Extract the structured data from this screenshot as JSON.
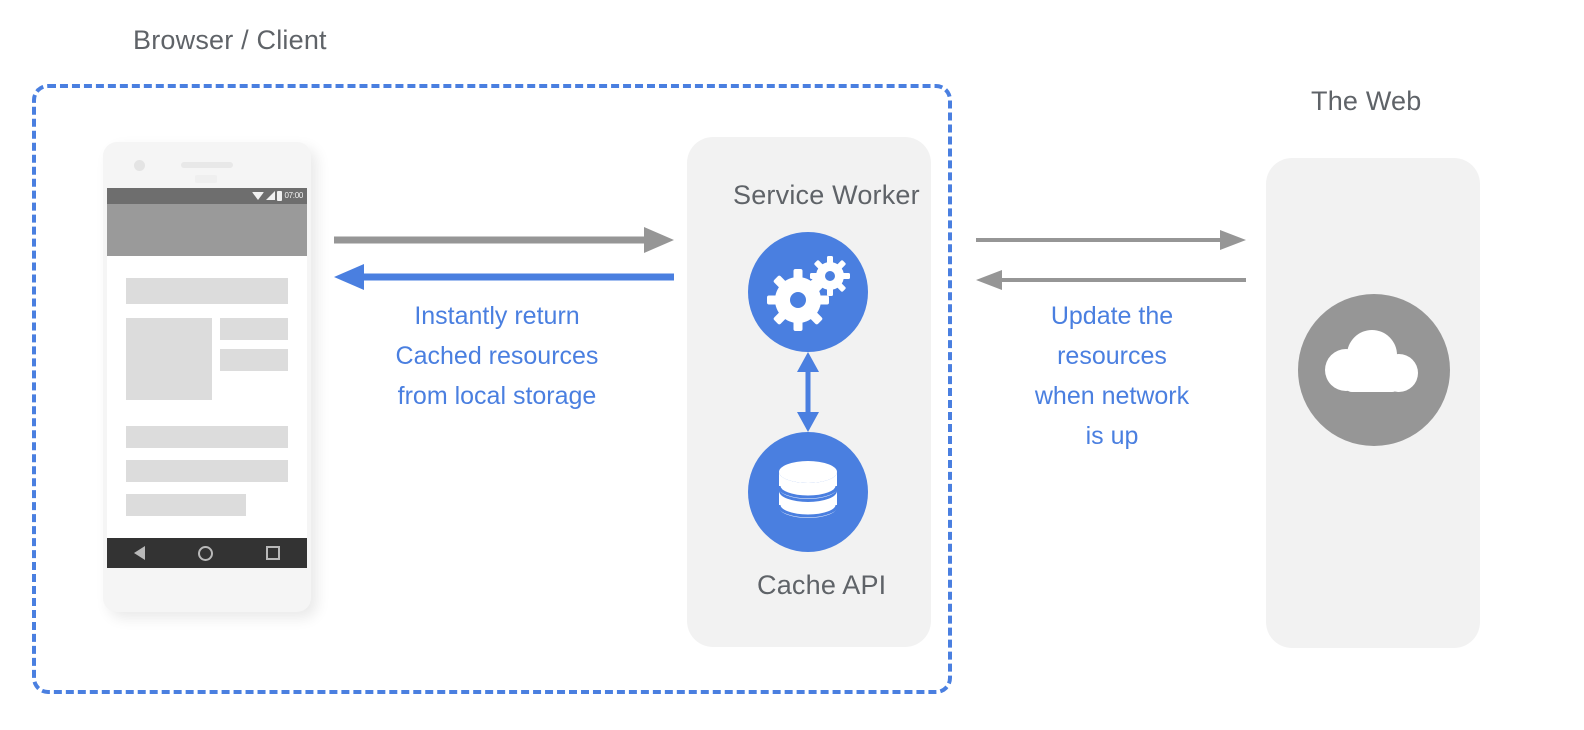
{
  "diagram": {
    "title_context": "Service Worker caching flow",
    "colors": {
      "accent_blue": "#4a7fe0",
      "label_gray": "#5f6368",
      "card_gray": "#f2f2f2",
      "arrow_gray": "#969696",
      "cloud_circle_gray": "#969696",
      "phone_body": "#f5f5f5",
      "app_bar_gray": "#9a9a9a",
      "nav_bar_dark": "#333333",
      "placeholder_gray": "#dcdcdc"
    },
    "zones": {
      "client": {
        "label": "Browser / Client"
      },
      "web": {
        "label": "The Web"
      }
    },
    "nodes": {
      "service_worker": {
        "label": "Service Worker",
        "icon": "gears-icon"
      },
      "cache_api": {
        "label": "Cache API",
        "icon": "database-icon"
      },
      "web_cloud": {
        "icon": "cloud-icon"
      }
    },
    "phone": {
      "status_bar": {
        "time": "07:00",
        "icons": [
          "wifi-icon",
          "signal-icon",
          "battery-icon"
        ]
      },
      "nav_bar": {
        "icons": [
          "back-icon",
          "home-icon",
          "recents-icon"
        ]
      }
    },
    "annotations": {
      "cached": {
        "lines": [
          "Instantly return",
          "Cached resources",
          "from local storage"
        ]
      },
      "network": {
        "lines": [
          "Update the",
          "resources",
          "when network",
          "is up"
        ]
      }
    },
    "arrows": {
      "phone_to_sw": {
        "direction": "right",
        "color": "#969696"
      },
      "sw_to_phone": {
        "direction": "left",
        "color": "#4a7fe0"
      },
      "sw_to_web": {
        "direction": "right",
        "color": "#969696"
      },
      "web_to_sw": {
        "direction": "left",
        "color": "#969696"
      },
      "sw_cache_bidirectional": {
        "direction": "both",
        "color": "#4a7fe0"
      }
    }
  }
}
